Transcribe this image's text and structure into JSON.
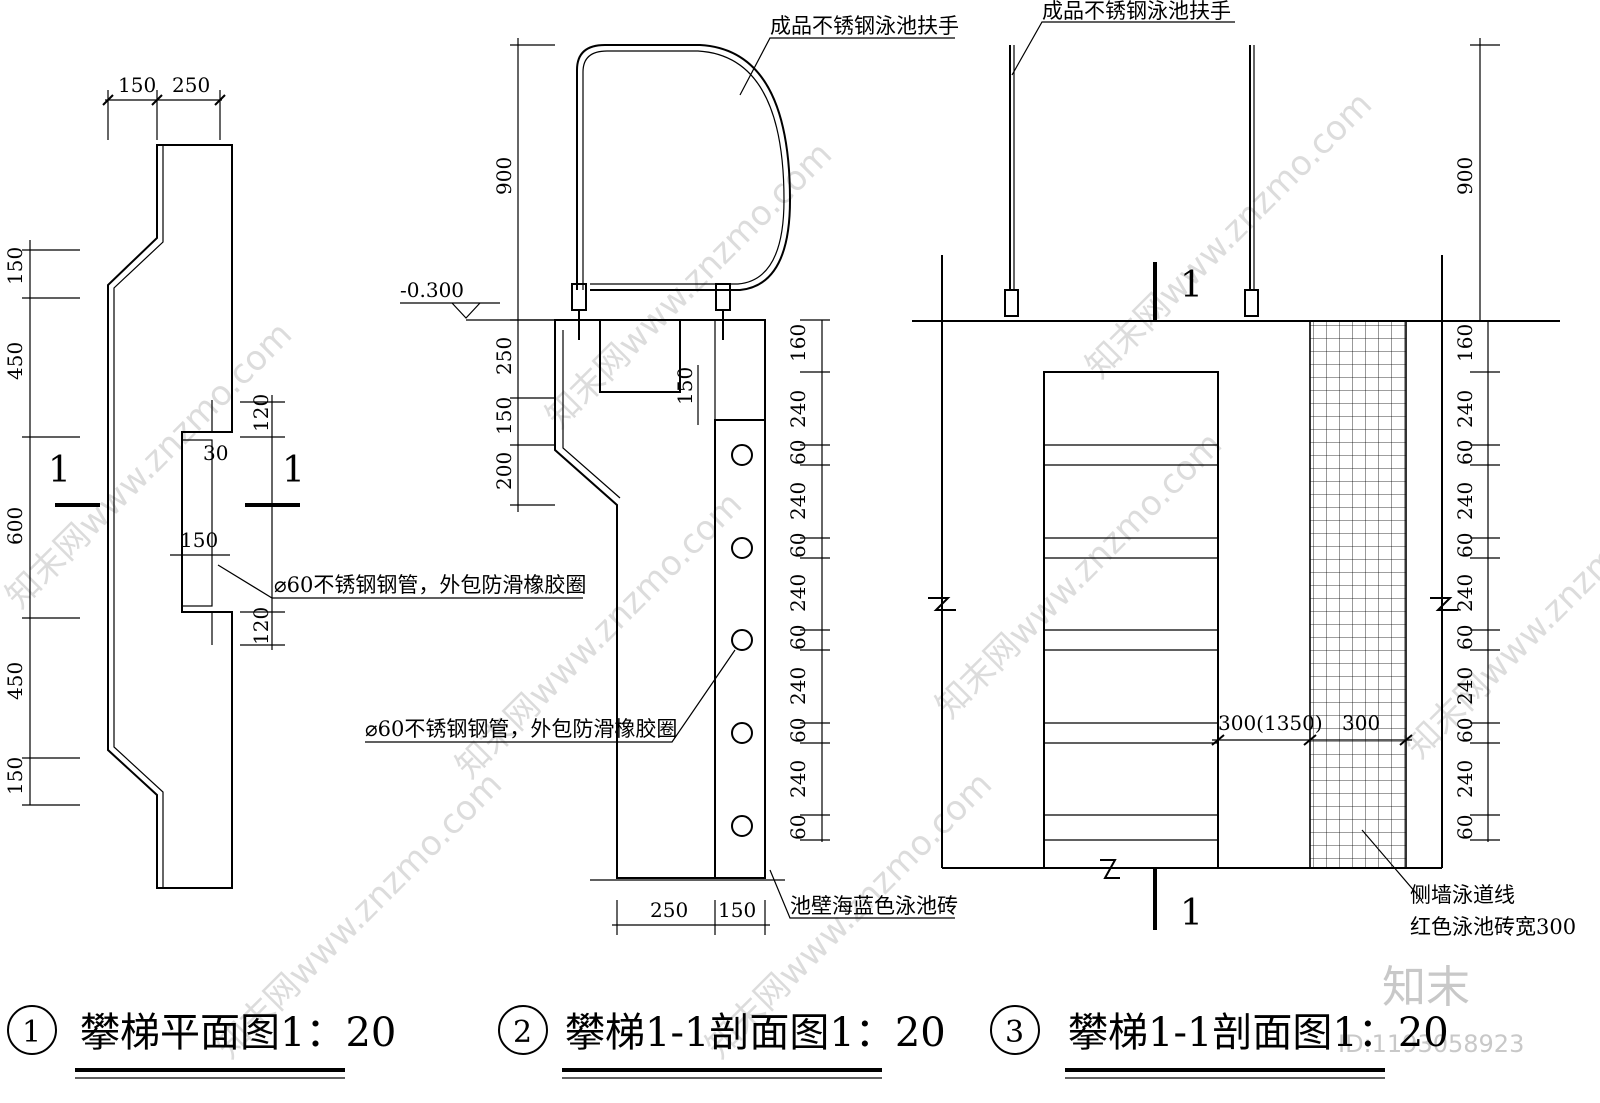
{
  "watermark": {
    "text": "知末网www.znzmo.com",
    "brand": "知末",
    "id": "ID:1193058923"
  },
  "drawing1": {
    "dims_top": [
      "150",
      "250"
    ],
    "dims_left": [
      "150",
      "450",
      "600",
      "450",
      "150"
    ],
    "dims_right": [
      "120",
      "30",
      "120"
    ],
    "dim_inner": "150",
    "section_marks": [
      "1",
      "1"
    ],
    "label_pipe": "⌀60不锈钢钢管，外包防滑橡胶圈",
    "title_num": "1",
    "title": "攀梯平面图1：20"
  },
  "drawing2": {
    "label_handrail": "成品不锈钢泳池扶手",
    "level": "-0.300",
    "dims_left": [
      "900",
      "250",
      "150",
      "200"
    ],
    "dim_inner": "150",
    "dims_right": [
      "160",
      "240",
      "60",
      "240",
      "60",
      "240",
      "60",
      "240",
      "60",
      "240",
      "60"
    ],
    "dims_bottom": [
      "250",
      "150"
    ],
    "label_pipe": "⌀60不锈钢钢管，外包防滑橡胶圈",
    "label_tile": "池壁海蓝色泳池砖",
    "title_num": "2",
    "title": "攀梯1-1剖面图1：20"
  },
  "drawing3": {
    "label_handrail": "成品不锈钢泳池扶手",
    "dim_top_right": "900",
    "dims_right": [
      "160",
      "240",
      "60",
      "240",
      "60",
      "240",
      "60",
      "240",
      "60",
      "240",
      "60"
    ],
    "dims_mid": [
      "300(1350)",
      "300"
    ],
    "section_marks": [
      "1",
      "1"
    ],
    "label_lane_1": "侧墙泳道线",
    "label_lane_2": "红色泳池砖宽300",
    "title_num": "3",
    "title": "攀梯1-1剖面图1：20"
  }
}
